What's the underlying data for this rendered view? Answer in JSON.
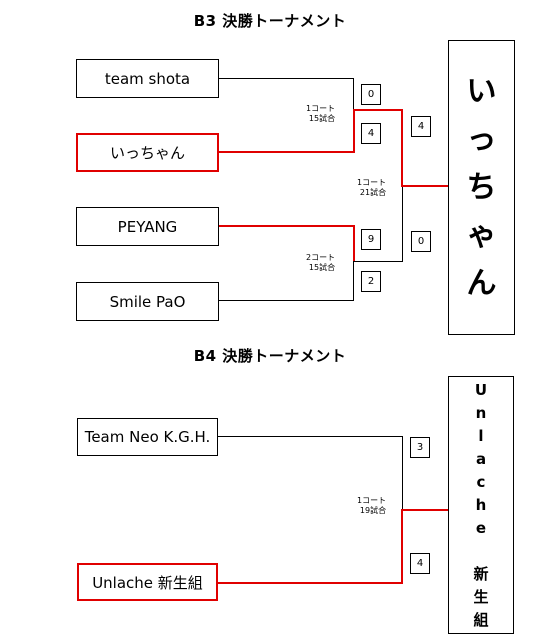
{
  "b3": {
    "title": "B3 決勝トーナメント",
    "teams": [
      "team shota",
      "いっちゃん",
      "PEYANG",
      "Smile PaO"
    ],
    "semi1": {
      "court": "1コート",
      "match": "15試合",
      "score_top": "0",
      "score_bottom": "4"
    },
    "semi2": {
      "court": "2コート",
      "match": "15試合",
      "score_top": "9",
      "score_bottom": "2"
    },
    "final": {
      "court": "1コート",
      "match": "21試合",
      "score_top": "4",
      "score_bottom": "0"
    },
    "champion": [
      "い",
      "っ",
      "ち",
      "ゃ",
      "ん"
    ]
  },
  "b4": {
    "title": "B4 決勝トーナメント",
    "teams": [
      "Team Neo K.G.H.",
      "Unlache 新生組"
    ],
    "final": {
      "court": "1コート",
      "match": "19試合",
      "score_top": "3",
      "score_bottom": "4"
    },
    "champion": [
      "U",
      "n",
      "l",
      "a",
      "c",
      "h",
      "e",
      "",
      "新",
      "生",
      "組"
    ]
  },
  "colors": {
    "winner_line": "#e00000",
    "line": "#000000"
  }
}
